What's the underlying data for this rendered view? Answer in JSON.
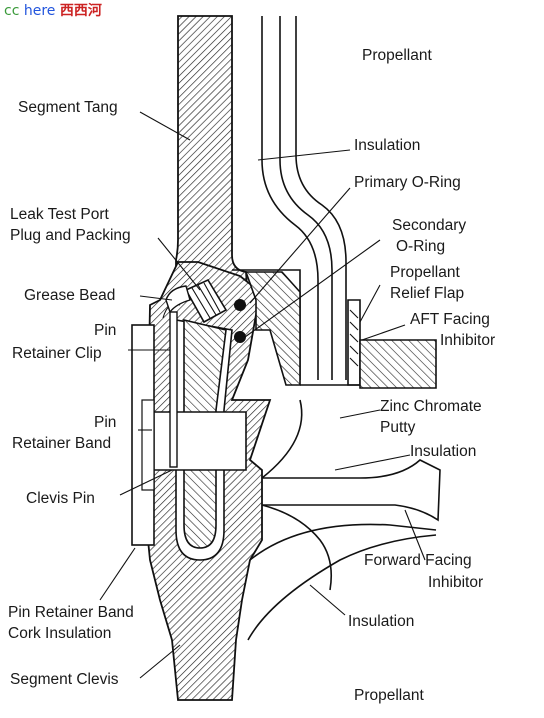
{
  "watermark": {
    "part1": "cc",
    "part2": "here",
    "part3": "西西河"
  },
  "labels": {
    "propellant_top": "Propellant",
    "segment_tang": "Segment Tang",
    "insulation_top": "Insulation",
    "primary_oring": "Primary O-Ring",
    "leak_test_1": "Leak Test Port",
    "leak_test_2": "Plug and Packing",
    "secondary_oring_1": "Secondary",
    "secondary_oring_2": "O-Ring",
    "relief_flap_1": "Propellant",
    "relief_flap_2": "Relief Flap",
    "grease_bead": "Grease Bead",
    "aft_inhibitor_1": "AFT Facing",
    "aft_inhibitor_2": "Inhibitor",
    "pin_clip_1": "Pin",
    "pin_clip_2": "Retainer Clip",
    "zinc_putty_1": "Zinc Chromate",
    "zinc_putty_2": "Putty",
    "pin_band_1": "Pin",
    "pin_band_2": "Retainer Band",
    "insulation_mid": "Insulation",
    "clevis_pin": "Clevis Pin",
    "forward_inhibitor_1": "Forward Facing",
    "forward_inhibitor_2": "Inhibitor",
    "cork_1": "Pin Retainer Band",
    "cork_2": "Cork Insulation",
    "insulation_bottom": "Insulation",
    "segment_clevis": "Segment Clevis",
    "propellant_bottom": "Propellant"
  }
}
